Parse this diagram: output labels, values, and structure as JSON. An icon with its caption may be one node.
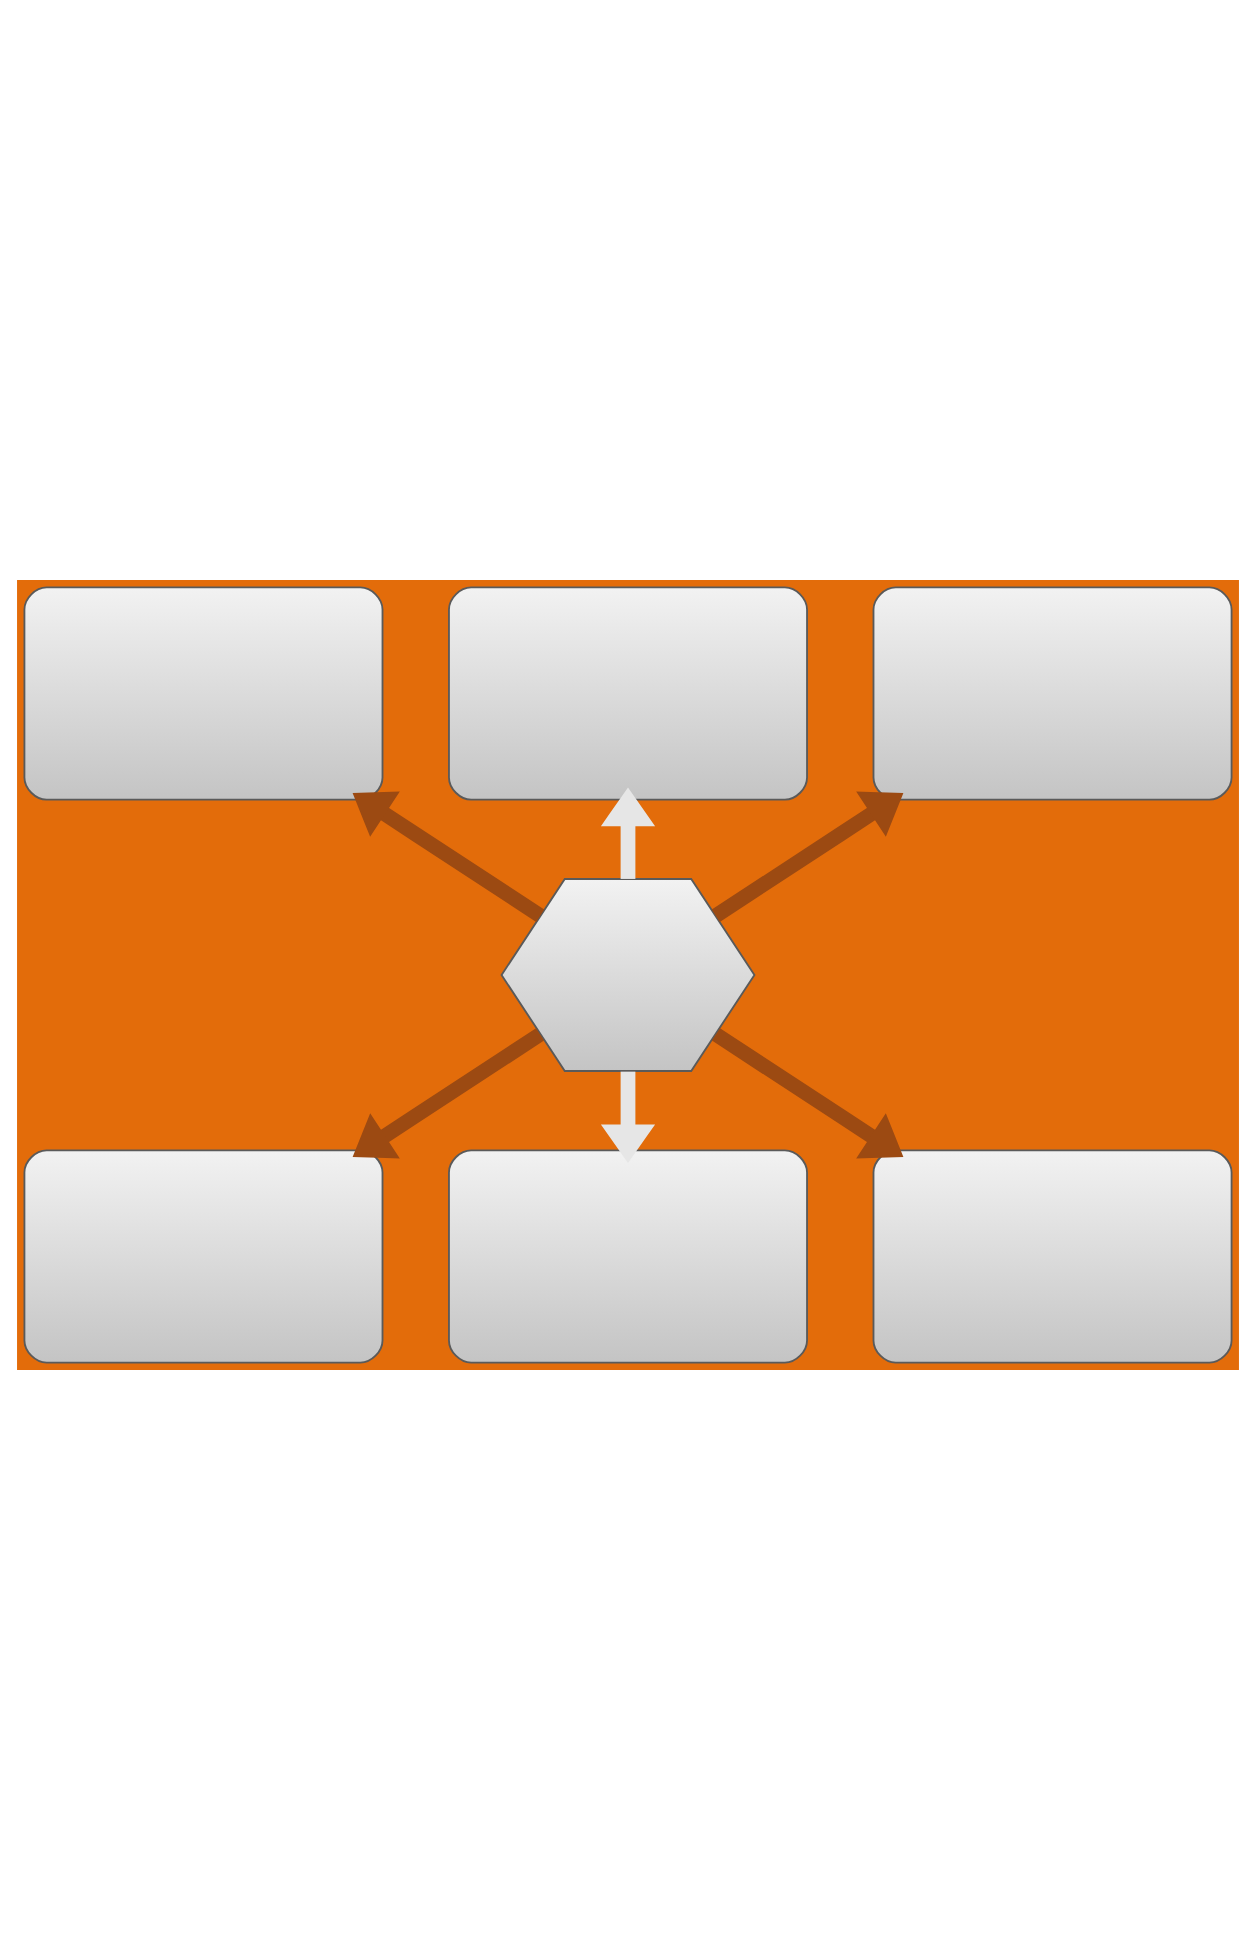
{
  "diagram": {
    "nodes": [
      {
        "text": [],
        "shape": "box"
      },
      {
        "text": [],
        "shape": "box"
      },
      {
        "text": [],
        "shape": "box"
      },
      {
        "text": [],
        "shape": "hexagon"
      },
      {
        "text": [],
        "shape": "box"
      },
      {
        "text": [],
        "shape": "box"
      },
      {
        "text": [],
        "shape": "box"
      }
    ],
    "edges": [
      {
        "from": 3,
        "to": 0,
        "arrow": "to",
        "color": "#e6e6e6"
      },
      {
        "from": 3,
        "to": 1,
        "arrow": "to"
      },
      {
        "from": 3,
        "to": 2,
        "arrow": "to"
      },
      {
        "from": 3,
        "to": 4,
        "arrow": "to"
      },
      {
        "from": 3,
        "to": 5,
        "arrow": "to"
      },
      {
        "from": 3,
        "to": 6,
        "arrow": "to",
        "color": "#e6e6e6"
      }
    ]
  }
}
